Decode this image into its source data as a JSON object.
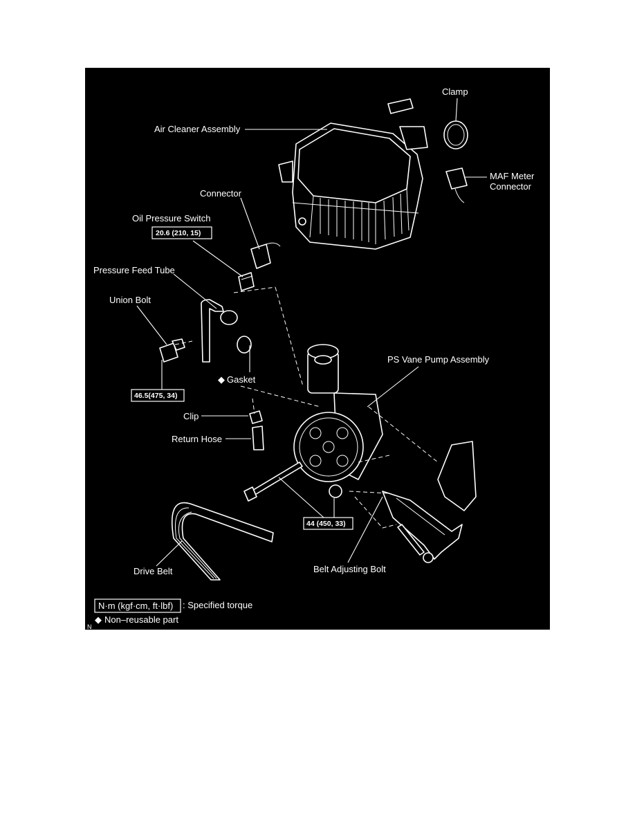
{
  "labels": {
    "clamp": "Clamp",
    "air_cleaner": "Air Cleaner Assembly",
    "maf_line1": "MAF Meter",
    "maf_line2": "Connector",
    "connector": "Connector",
    "oil_pressure_switch": "Oil Pressure Switch",
    "pressure_feed_tube": "Pressure Feed Tube",
    "union_bolt": "Union Bolt",
    "gasket": "Gasket",
    "ps_vane_pump": "PS Vane Pump Assembly",
    "clip": "Clip",
    "return_hose": "Return Hose",
    "drive_belt": "Drive Belt",
    "belt_adjusting_bolt": "Belt Adjusting Bolt",
    "corner_mark": "N"
  },
  "torques": {
    "oil_pressure_switch": "20.6 (210, 15)",
    "union_bolt": "46.5(475, 34)",
    "pump_bolt": "44 (450, 33)"
  },
  "legend": {
    "torque_units": "N·m (kgf·cm, ft·lbf)",
    "torque_meaning": ": Specified torque",
    "non_reusable_symbol": "◆",
    "non_reusable": "Non–reusable part"
  }
}
